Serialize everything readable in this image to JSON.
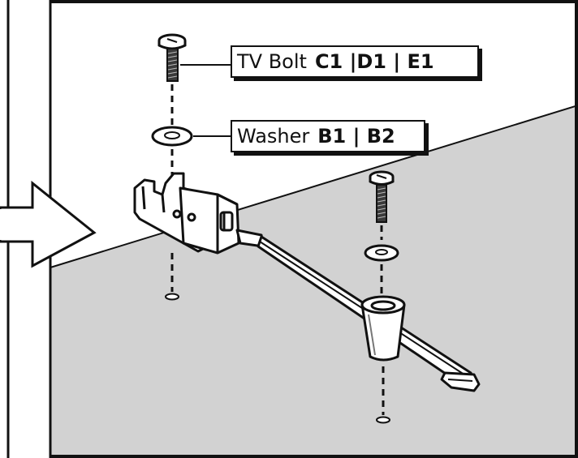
{
  "callouts": {
    "tv_bolt": {
      "name": "TV Bolt",
      "codes": "C1 |D1 | E1"
    },
    "washer": {
      "name": "Washer",
      "codes": "B1 | B2"
    }
  },
  "colors": {
    "wall": "#d2d2d2",
    "outline": "#111111",
    "panel": "#ffffff",
    "bolt": "#3a3a3a"
  }
}
